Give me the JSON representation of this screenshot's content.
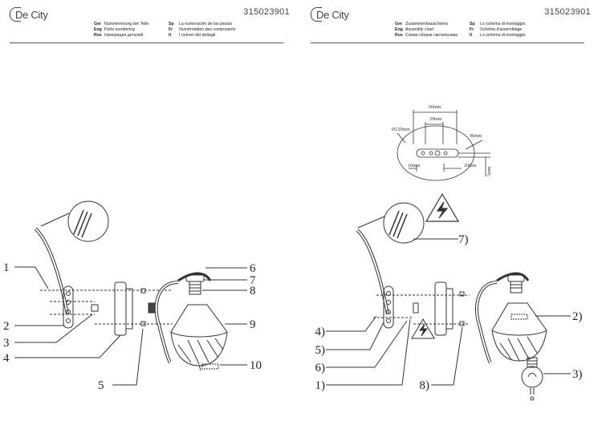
{
  "left_page": {
    "logo": "De City",
    "product_code": "315023901",
    "header_col1": [
      {
        "lang": "Ger",
        "text": "Nummerierung der Teile"
      },
      {
        "lang": "Eng",
        "text": "Parts numbering"
      },
      {
        "lang": "Rus",
        "text": "Нумерация деталей"
      }
    ],
    "header_col2": [
      {
        "lang": "Sp",
        "text": "La numeración de las piezas"
      },
      {
        "lang": "Fr",
        "text": "Numérotation des composants"
      },
      {
        "lang": "It",
        "text": "I numeri dei dettagli"
      }
    ],
    "part_labels": [
      "1",
      "2",
      "3",
      "4",
      "5",
      "6",
      "7",
      "8",
      "9",
      "10"
    ]
  },
  "right_page": {
    "logo": "De City",
    "product_code": "315023901",
    "header_col1": [
      {
        "lang": "Ger",
        "text": "Zusammenbauschema"
      },
      {
        "lang": "Eng",
        "text": "Assembly chart"
      },
      {
        "lang": "Rus",
        "text": "Схема сборки светильника"
      }
    ],
    "header_col2": [
      {
        "lang": "Sp",
        "text": "Lo schema di montaggio"
      },
      {
        "lang": "Fr",
        "text": "Schéma d'assemblage"
      },
      {
        "lang": "It",
        "text": "Lo schema di montaggio"
      }
    ],
    "dimensions": {
      "d66": "66mm",
      "d29": "29mm",
      "d120": "Ø120mm",
      "d96": "96mm",
      "d10": "10mm",
      "d20": "20mm",
      "d5": "5mm"
    },
    "step_labels": [
      "7)",
      "2)",
      "4)",
      "5)",
      "6)",
      "3)",
      "1)",
      "8)"
    ]
  }
}
